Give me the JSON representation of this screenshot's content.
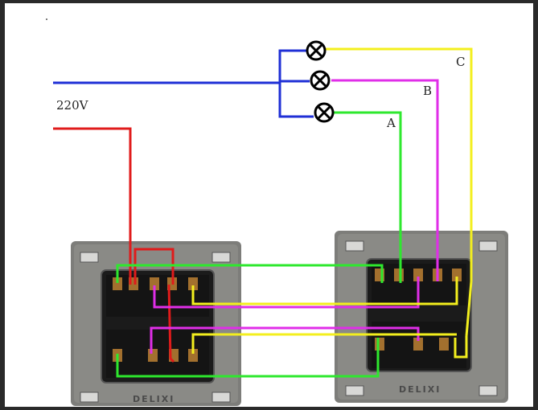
{
  "labels": {
    "voltage": "220V",
    "line_a": "A",
    "line_b": "B",
    "line_c": "C"
  },
  "switches": {
    "left_brand": "DELIXI",
    "right_brand": "DELIXI"
  },
  "colors": {
    "neutral": "#1f2fd6",
    "live": "#e01b1b",
    "wire_a": "#2ee82e",
    "wire_b": "#e02ee8",
    "wire_c": "#f3ef1e",
    "plate": "#7b7b78",
    "plate_inner": "#1f1f1f"
  },
  "icons": [
    "lamp-a-icon",
    "lamp-b-icon",
    "lamp-c-icon"
  ]
}
